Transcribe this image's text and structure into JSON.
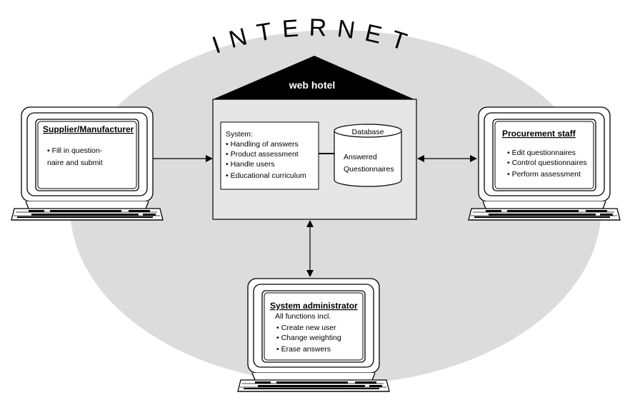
{
  "network_label": "INTERNET",
  "web_hotel": {
    "label": "web hotel",
    "system_box": {
      "heading": "System:",
      "items": [
        "Handling of answers",
        "Product  assessment",
        "Handle users",
        "Educational curriculum"
      ]
    },
    "database": {
      "label": "Database",
      "content_line1": "Answered",
      "content_line2": "Questionnaires"
    }
  },
  "supplier": {
    "title": "Supplier/Manufacturer",
    "line1": "Fill in question-",
    "line2": "naire and submit"
  },
  "procurement": {
    "title": "Procurement staff",
    "items": [
      "Edit questionnaires",
      "Control questionnaires",
      "Perform assessment"
    ]
  },
  "admin": {
    "title": "System administrator",
    "intro": "All functions incl.",
    "items": [
      "Create new user",
      "Change weighting",
      "Erase answers"
    ]
  }
}
